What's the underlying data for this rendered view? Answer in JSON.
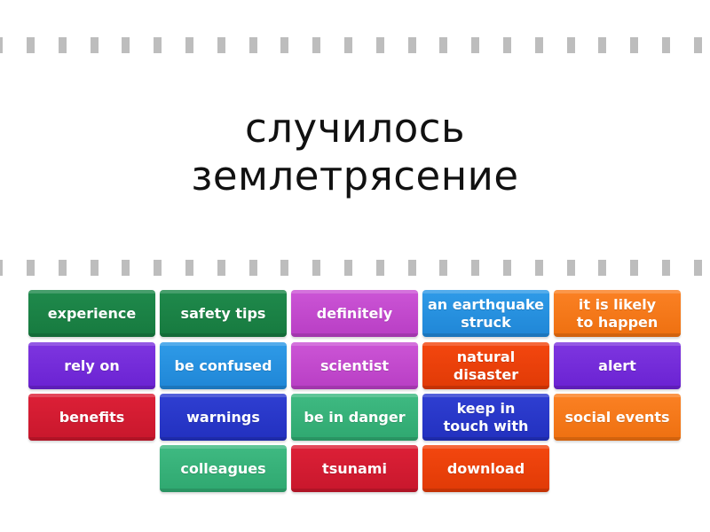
{
  "prompt": {
    "line1": "случилось",
    "line2": "землетрясение"
  },
  "divider": {
    "dash_color": "#bdbdbd"
  },
  "tiles": [
    {
      "label": "experience",
      "color": "#1f8a4c",
      "color2": "#177a3f",
      "row": 0,
      "col": 0
    },
    {
      "label": "safety tips",
      "color": "#1f8a4c",
      "color2": "#177a3f",
      "row": 0,
      "col": 1
    },
    {
      "label": "definitely",
      "color": "#cc55d6",
      "color2": "#b83ec4",
      "row": 0,
      "col": 2
    },
    {
      "label": "an earthquake\nstruck",
      "color": "#2f9be8",
      "color2": "#1f86d6",
      "row": 0,
      "col": 3
    },
    {
      "label": "it is likely\nto happen",
      "color": "#fb8124",
      "color2": "#ee7010",
      "row": 0,
      "col": 4
    },
    {
      "label": "rely on",
      "color": "#7e36e0",
      "color2": "#6a22d2",
      "row": 1,
      "col": 0
    },
    {
      "label": "be confused",
      "color": "#2f9be8",
      "color2": "#1f86d6",
      "row": 1,
      "col": 1
    },
    {
      "label": "scientist",
      "color": "#cc55d6",
      "color2": "#b83ec4",
      "row": 1,
      "col": 2
    },
    {
      "label": "natural\ndisaster",
      "color": "#f4470f",
      "color2": "#e03a06",
      "row": 1,
      "col": 3
    },
    {
      "label": "alert",
      "color": "#7e36e0",
      "color2": "#6a22d2",
      "row": 1,
      "col": 4
    },
    {
      "label": "benefits",
      "color": "#dd2037",
      "color2": "#c8172c",
      "row": 2,
      "col": 0
    },
    {
      "label": "warnings",
      "color": "#2f3fd2",
      "color2": "#2230bf",
      "row": 2,
      "col": 1
    },
    {
      "label": "be in danger",
      "color": "#3fba82",
      "color2": "#2fa870",
      "row": 2,
      "col": 2
    },
    {
      "label": "keep in\ntouch with",
      "color": "#2f3fd2",
      "color2": "#2230bf",
      "row": 2,
      "col": 3
    },
    {
      "label": "social events",
      "color": "#fb8124",
      "color2": "#ee7010",
      "row": 2,
      "col": 4
    },
    {
      "label": "colleagues",
      "color": "#3fba82",
      "color2": "#2fa870",
      "row": 3,
      "col": 1
    },
    {
      "label": "tsunami",
      "color": "#dd2037",
      "color2": "#c8172c",
      "row": 3,
      "col": 2
    },
    {
      "label": "download",
      "color": "#f4470f",
      "color2": "#e03a06",
      "row": 3,
      "col": 3
    }
  ]
}
